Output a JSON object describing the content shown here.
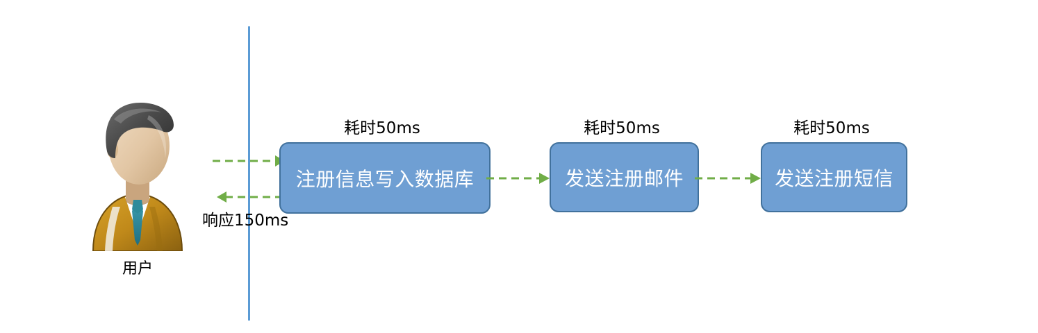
{
  "diagram": {
    "title_present": false,
    "colors": {
      "box_fill": "#6f9fd3",
      "box_border": "#41719c",
      "box_text": "#ffffff",
      "boundary_line": "#5b9bd5",
      "arrow": "#70ad47",
      "label_text": "#000000",
      "avatar_hair": "#4a4a4a",
      "avatar_skin": "#e6c9a8",
      "avatar_jacket": "#c8921a",
      "avatar_shirt": "#ffffff",
      "avatar_tie": "#2e8b9b"
    },
    "actor": {
      "icon": "user-avatar-icon",
      "label": "用户"
    },
    "boundary": {
      "icon": "vertical-boundary-line"
    },
    "request_arrow": {
      "icon": "dashed-arrow-right-icon",
      "label": ""
    },
    "response_arrow": {
      "icon": "dashed-arrow-left-icon",
      "label": "响应150ms"
    },
    "steps": [
      {
        "id": "step-1",
        "label": "注册信息写入数据库",
        "cost_label": "耗时50ms",
        "connector_icon": "dashed-arrow-right-icon"
      },
      {
        "id": "step-2",
        "label": "发送注册邮件",
        "cost_label": "耗时50ms",
        "connector_icon": "dashed-arrow-right-icon"
      },
      {
        "id": "step-3",
        "label": "发送注册短信",
        "cost_label": "耗时50ms",
        "connector_icon": ""
      }
    ]
  }
}
